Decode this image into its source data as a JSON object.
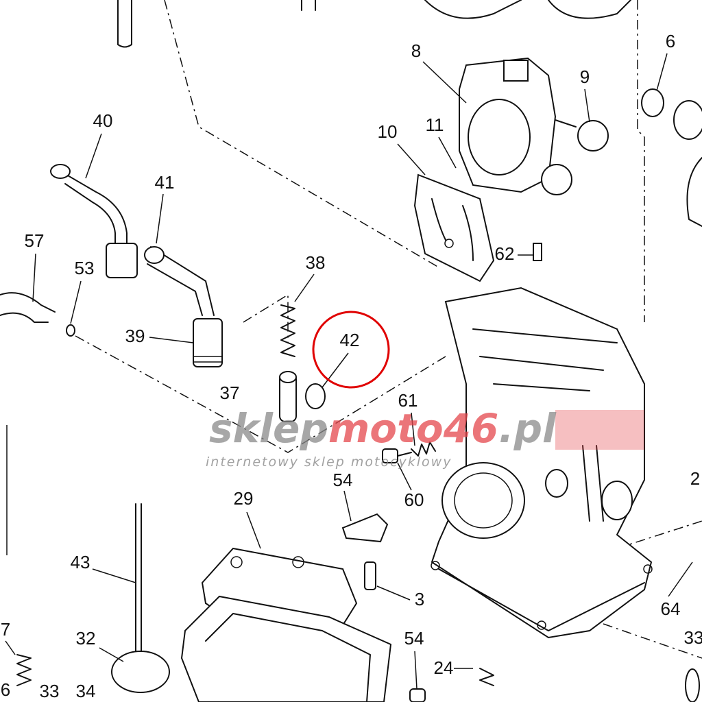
{
  "diagram": {
    "labels": [
      {
        "id": "8",
        "text": "8"
      },
      {
        "id": "6a",
        "text": "6"
      },
      {
        "id": "9",
        "text": "9"
      },
      {
        "id": "40",
        "text": "40"
      },
      {
        "id": "10",
        "text": "10"
      },
      {
        "id": "11",
        "text": "11"
      },
      {
        "id": "41",
        "text": "41"
      },
      {
        "id": "57",
        "text": "57"
      },
      {
        "id": "53",
        "text": "53"
      },
      {
        "id": "38",
        "text": "38"
      },
      {
        "id": "62",
        "text": "62"
      },
      {
        "id": "39",
        "text": "39"
      },
      {
        "id": "42",
        "text": "42"
      },
      {
        "id": "37",
        "text": "37"
      },
      {
        "id": "61",
        "text": "61"
      },
      {
        "id": "60",
        "text": "60"
      },
      {
        "id": "54a",
        "text": "54"
      },
      {
        "id": "29",
        "text": "29"
      },
      {
        "id": "43",
        "text": "43"
      },
      {
        "id": "3",
        "text": "3"
      },
      {
        "id": "64",
        "text": "64"
      },
      {
        "id": "32",
        "text": "32"
      },
      {
        "id": "54b",
        "text": "54"
      },
      {
        "id": "24",
        "text": "24"
      },
      {
        "id": "33a",
        "text": "33"
      },
      {
        "id": "7",
        "text": "7"
      },
      {
        "id": "6b",
        "text": "6"
      },
      {
        "id": "33b",
        "text": "33"
      },
      {
        "id": "34",
        "text": "34"
      },
      {
        "id": "2",
        "text": "2"
      }
    ],
    "highlight": {
      "part": "42",
      "color": "#e00000"
    }
  },
  "watermark": {
    "brand_gray": "sklep",
    "brand_red": "moto46",
    "brand_tld": ".pl",
    "tagline": "internetowy sklep motocyklowy",
    "red_color": "#e5484d"
  }
}
